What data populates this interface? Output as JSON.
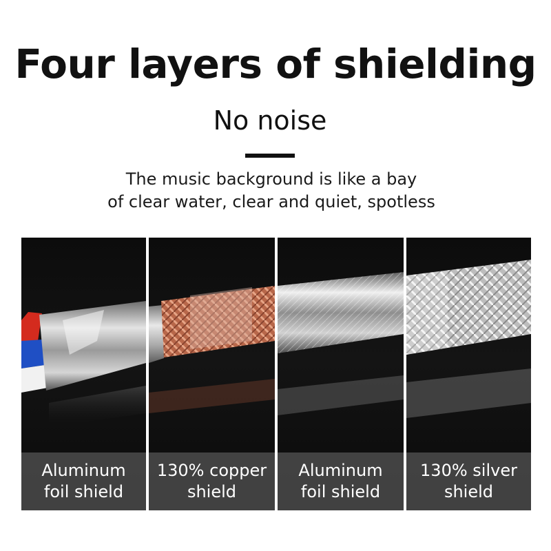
{
  "header": {
    "title": "Four layers of shielding",
    "subtitle": "No noise",
    "description_line1": "The music background is like a bay",
    "description_line2": "of clear water, clear and quiet, spotless"
  },
  "panels": [
    {
      "caption_line1": "Aluminum",
      "caption_line2": "foil shield"
    },
    {
      "caption_line1": "130% copper",
      "caption_line2": "shield"
    },
    {
      "caption_line1": "Aluminum",
      "caption_line2": "foil shield"
    },
    {
      "caption_line1": "130% silver",
      "caption_line2": "shield"
    }
  ],
  "colors": {
    "text": "#111111",
    "panel_background": "#0c0c0c",
    "caption_background": "#464646",
    "copper": "#c8785a",
    "silver": "#d8d8d8"
  }
}
